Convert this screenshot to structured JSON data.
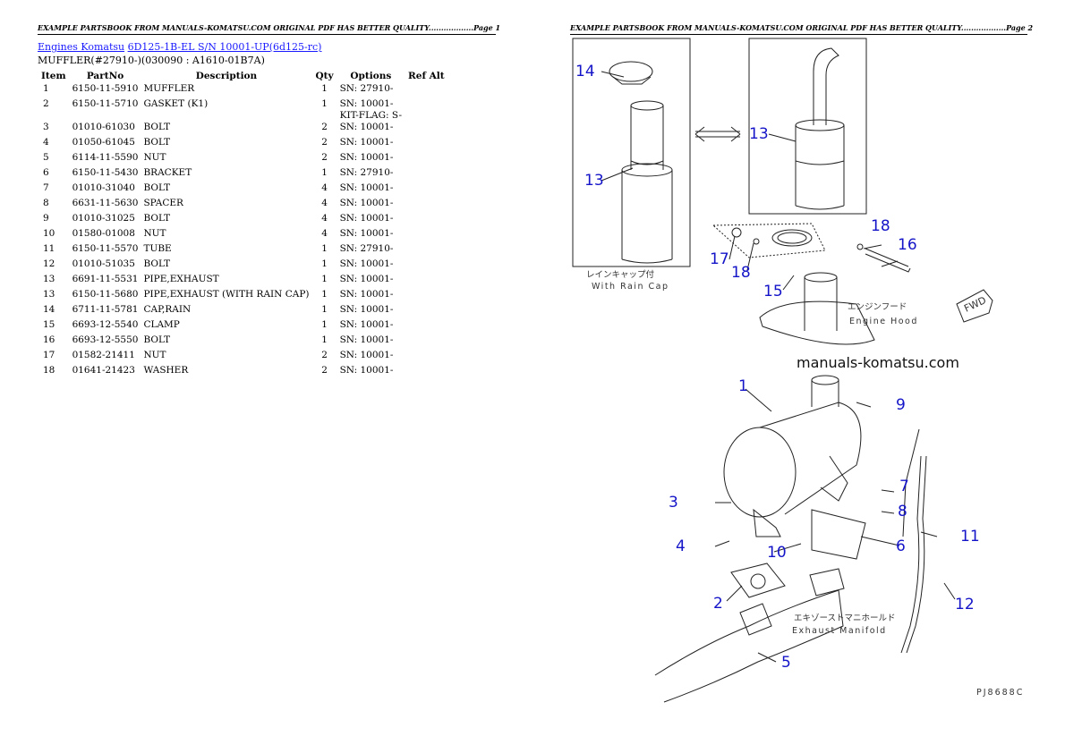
{
  "page_header_1": "EXAMPLE PARTSBOOK FROM MANUALS-KOMATSU.COM ORIGINAL PDF HAS BETTER QUALITY..................Page 1",
  "page_header_2": "EXAMPLE PARTSBOOK FROM MANUALS-KOMATSU.COM ORIGINAL PDF HAS BETTER QUALITY..................Page 2",
  "breadcrumb": {
    "link1": "Engines Komatsu",
    "link2": "6D125-1B-EL S/N 10001-UP(6d125-rc)"
  },
  "subtitle": "MUFFLER(#27910-)(030090 : A1610-01B7A)",
  "table": {
    "headers": [
      "Item",
      "PartNo",
      "Description",
      "Qty",
      "Options",
      "Ref Alt"
    ],
    "rows": [
      {
        "item": "1",
        "part": "6150-11-5910",
        "desc": "MUFFLER",
        "qty": "1",
        "opt": "SN: 27910-"
      },
      {
        "item": "2",
        "part": "6150-11-5710",
        "desc": "GASKET (K1)",
        "qty": "1",
        "opt": "SN: 10001-\nKIT-FLAG: S-"
      },
      {
        "item": "3",
        "part": "01010-61030",
        "desc": "BOLT",
        "qty": "2",
        "opt": "SN: 10001-"
      },
      {
        "item": "4",
        "part": "01050-61045",
        "desc": "BOLT",
        "qty": "2",
        "opt": "SN: 10001-"
      },
      {
        "item": "5",
        "part": "6114-11-5590",
        "desc": "NUT",
        "qty": "2",
        "opt": "SN: 10001-"
      },
      {
        "item": "6",
        "part": "6150-11-5430",
        "desc": "BRACKET",
        "qty": "1",
        "opt": "SN: 27910-"
      },
      {
        "item": "7",
        "part": "01010-31040",
        "desc": "BOLT",
        "qty": "4",
        "opt": "SN: 10001-"
      },
      {
        "item": "8",
        "part": "6631-11-5630",
        "desc": "SPACER",
        "qty": "4",
        "opt": "SN: 10001-"
      },
      {
        "item": "9",
        "part": "01010-31025",
        "desc": "BOLT",
        "qty": "4",
        "opt": "SN: 10001-"
      },
      {
        "item": "10",
        "part": "01580-01008",
        "desc": "NUT",
        "qty": "4",
        "opt": "SN: 10001-"
      },
      {
        "item": "11",
        "part": "6150-11-5570",
        "desc": "TUBE",
        "qty": "1",
        "opt": "SN: 27910-"
      },
      {
        "item": "12",
        "part": "01010-51035",
        "desc": "BOLT",
        "qty": "1",
        "opt": "SN: 10001-"
      },
      {
        "item": "13",
        "part": "6691-11-5531",
        "desc": "PIPE,EXHAUST",
        "qty": "1",
        "opt": "SN: 10001-"
      },
      {
        "item": "13",
        "part": "6150-11-5680",
        "desc": "PIPE,EXHAUST (WITH RAIN CAP)",
        "qty": "1",
        "opt": "SN: 10001-"
      },
      {
        "item": "14",
        "part": "6711-11-5781",
        "desc": "CAP,RAIN",
        "qty": "1",
        "opt": "SN: 10001-"
      },
      {
        "item": "15",
        "part": "6693-12-5540",
        "desc": "CLAMP",
        "qty": "1",
        "opt": "SN: 10001-"
      },
      {
        "item": "16",
        "part": "6693-12-5550",
        "desc": "BOLT",
        "qty": "1",
        "opt": "SN: 10001-"
      },
      {
        "item": "17",
        "part": "01582-21411",
        "desc": "NUT",
        "qty": "2",
        "opt": "SN: 10001-"
      },
      {
        "item": "18",
        "part": "01641-21423",
        "desc": "WASHER",
        "qty": "2",
        "opt": "SN: 10001-"
      }
    ]
  },
  "diagram": {
    "callouts": [
      "1",
      "2",
      "3",
      "4",
      "5",
      "6",
      "7",
      "8",
      "9",
      "10",
      "11",
      "12",
      "13",
      "13",
      "14",
      "15",
      "16",
      "17",
      "18",
      "18"
    ],
    "label_rain_cap_jp": "レインキャップ付",
    "label_rain_cap_en": "With Rain Cap",
    "label_engine_hood_jp": "エンジンフード",
    "label_engine_hood_en": "Engine Hood",
    "label_exhaust_jp": "エキゾーストマニホールド",
    "label_exhaust_en": "Exhaust Manifold",
    "watermark": "manuals-komatsu.com",
    "fwd_label": "FWD",
    "figure_code": "PJ8688C",
    "callout_color": "#1414c8"
  }
}
